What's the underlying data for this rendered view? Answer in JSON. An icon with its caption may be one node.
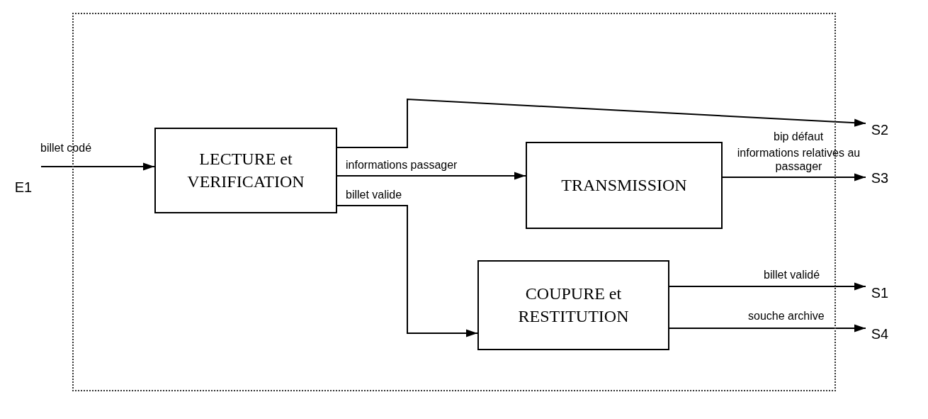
{
  "diagram": {
    "nodes": [
      {
        "text": [],
        "shape": "box"
      },
      {
        "text": [
          "E1"
        ]
      },
      {
        "text": [
          "LECTURE et VERIFICATION"
        ],
        "in": 0
      },
      {
        "text": [
          "TRANSMISSION"
        ],
        "in": 0
      },
      {
        "text": [
          "COUPURE et RESTITUTION"
        ],
        "in": 0
      },
      {
        "text": [
          "S2"
        ]
      },
      {
        "text": [
          "S3"
        ]
      },
      {
        "text": [
          "S1"
        ]
      },
      {
        "text": [
          "S4"
        ]
      }
    ],
    "edges": [
      {
        "from": 1,
        "to": 2,
        "arrow": "to",
        "label": "billet codé"
      },
      {
        "from": 2,
        "to": 5,
        "arrow": "to",
        "label": "bip défaut"
      },
      {
        "from": 2,
        "to": 3,
        "arrow": "to",
        "label": "informations passager"
      },
      {
        "from": 2,
        "to": 4,
        "arrow": "to",
        "label": "billet valide"
      },
      {
        "from": 3,
        "to": 6,
        "arrow": "to",
        "label": "informations relatives au passager"
      },
      {
        "from": 4,
        "to": 7,
        "arrow": "to",
        "label": "billet validé"
      },
      {
        "from": 4,
        "to": 8,
        "arrow": "to",
        "label": "souche archive"
      }
    ]
  }
}
